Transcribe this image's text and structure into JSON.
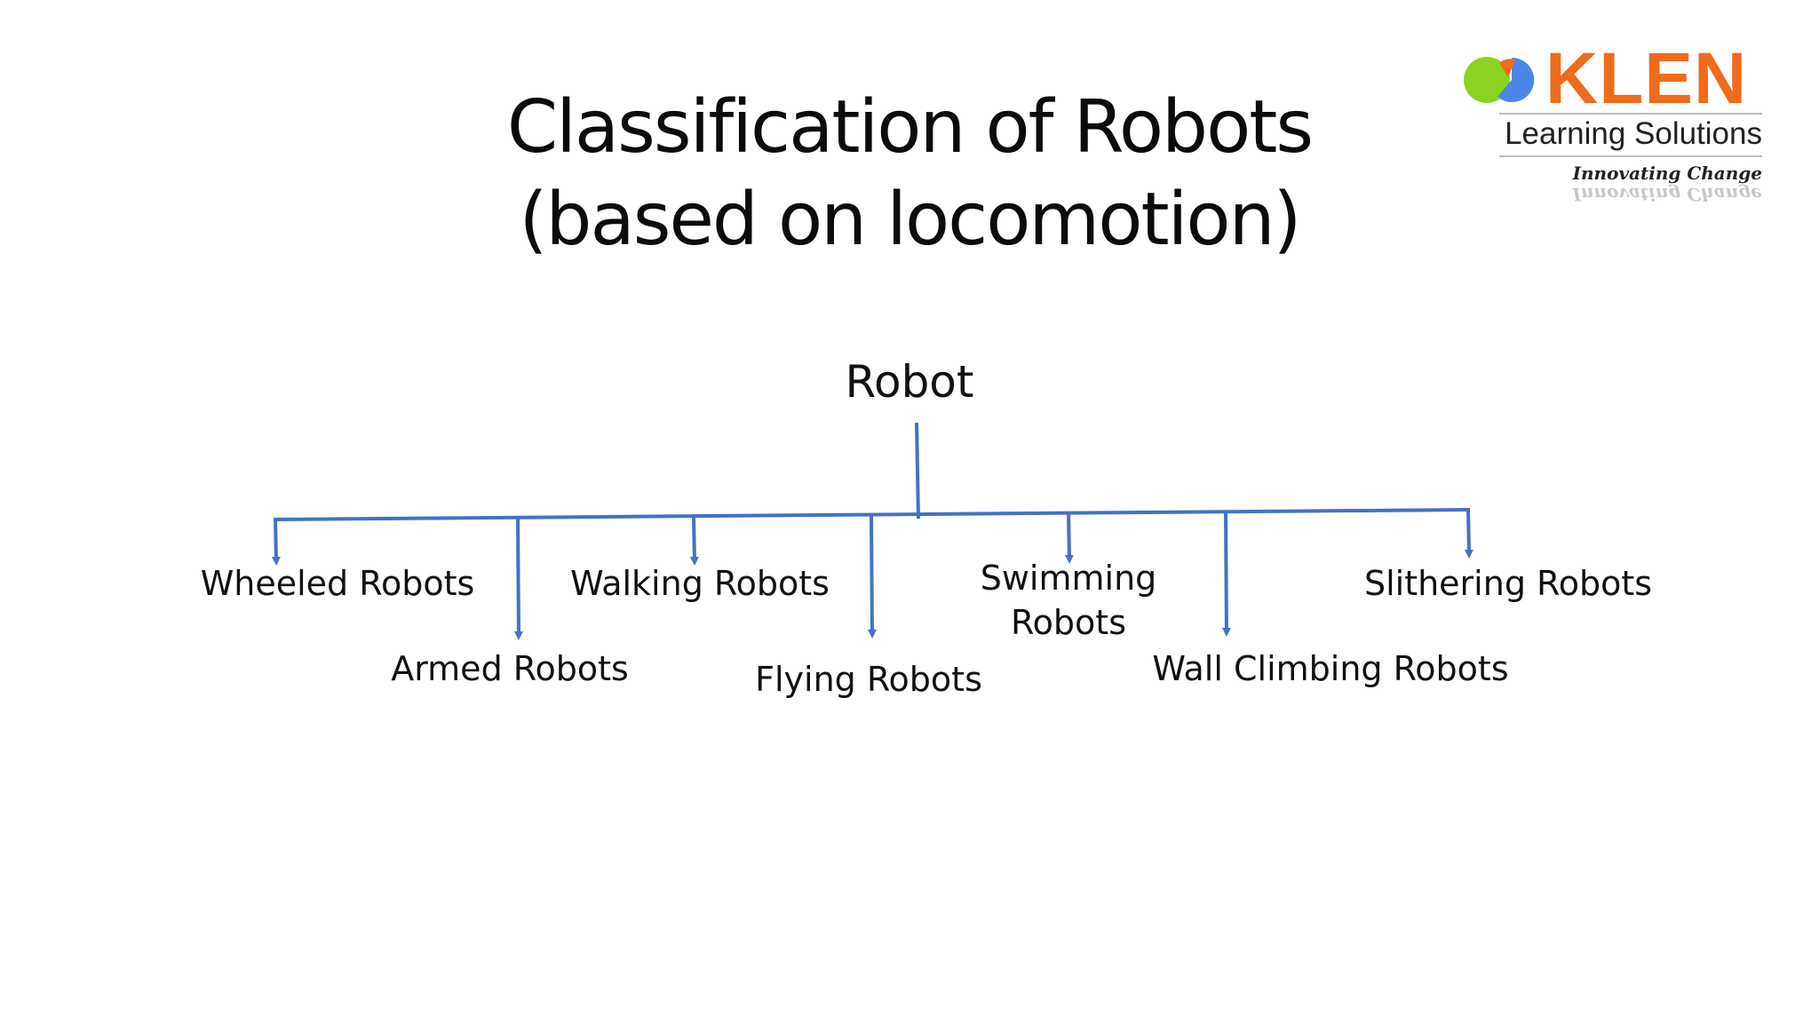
{
  "slide": {
    "title_line1": "Classification of Robots",
    "title_line2": "(based on locomotion)"
  },
  "logo": {
    "word": "KLEN",
    "subtitle": "Learning Solutions",
    "tagline": "Innovating Change",
    "colors": {
      "green": "#8bd320",
      "blue": "#4a86e8",
      "orange": "#f26a1b"
    }
  },
  "diagram": {
    "root": "Robot",
    "connector_color": "#4472c4",
    "children": [
      {
        "label_lines": [
          "Wheeled Robots"
        ]
      },
      {
        "label_lines": [
          "Armed Robots"
        ]
      },
      {
        "label_lines": [
          "Walking Robots"
        ]
      },
      {
        "label_lines": [
          "Flying Robots"
        ]
      },
      {
        "label_lines": [
          "Swimming",
          "Robots"
        ]
      },
      {
        "label_lines": [
          "Wall Climbing Robots"
        ]
      },
      {
        "label_lines": [
          "Slithering Robots"
        ]
      }
    ]
  }
}
